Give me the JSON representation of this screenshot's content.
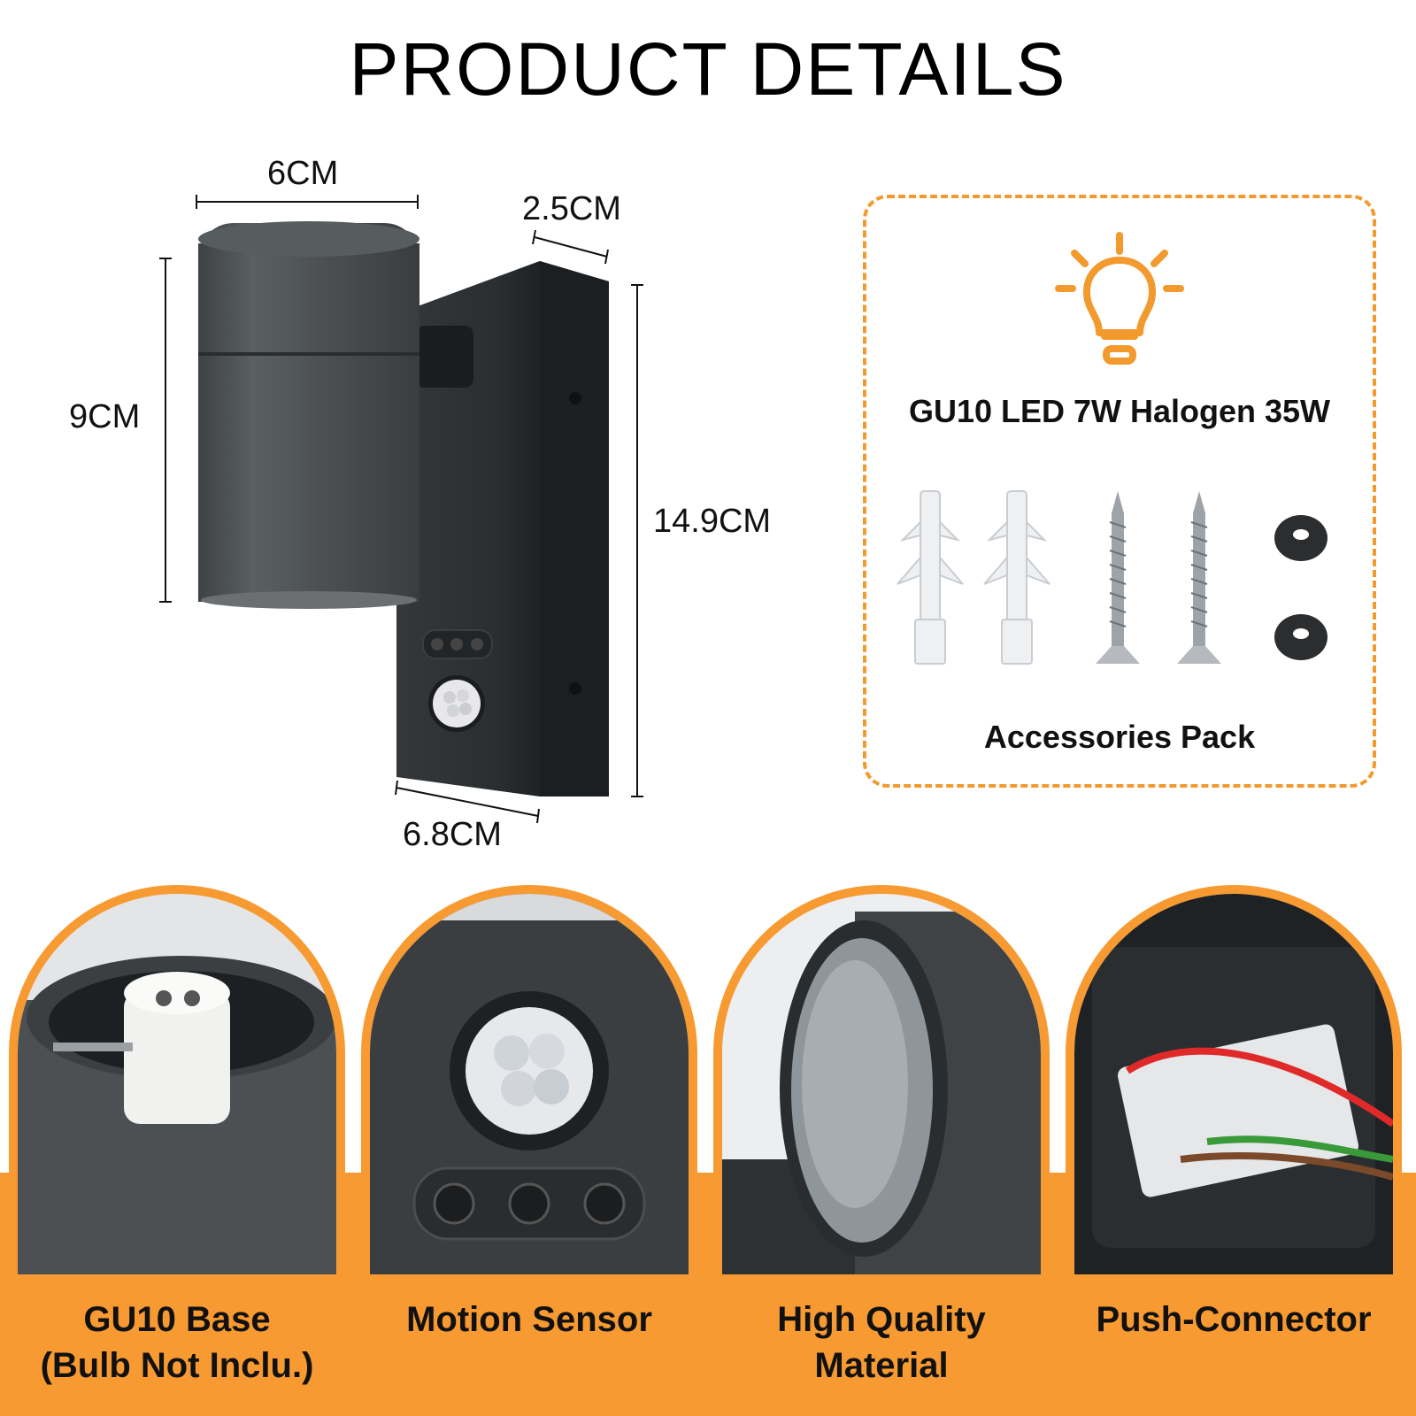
{
  "title": "PRODUCT DETAILS",
  "dimensions": {
    "top_width": "6CM",
    "depth": "2.5CM",
    "head_height": "9CM",
    "total_height": "14.9CM",
    "base_width": "6.8CM"
  },
  "accessories": {
    "bulb_spec": "GU10 LED 7W Halogen 35W",
    "pack_label": "Accessories Pack"
  },
  "features": [
    {
      "line1": "GU10 Base",
      "line2": "(Bulb Not Inclu.)"
    },
    {
      "line1": "Motion Sensor",
      "line2": ""
    },
    {
      "line1": "High Quality",
      "line2": "Material"
    },
    {
      "line1": "Push-Connector",
      "line2": ""
    }
  ],
  "colors": {
    "accent": "#F79A32",
    "lamp_body": "#45494B",
    "lamp_back": "#2F3335"
  }
}
